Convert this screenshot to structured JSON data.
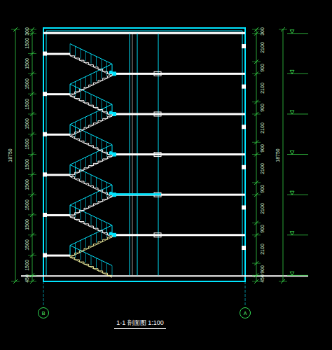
{
  "diagram": {
    "title": "1-1 剖面图  1:100",
    "nodes": [
      {
        "text": [
          "B"
        ]
      },
      {
        "text": [
          "A"
        ]
      }
    ],
    "labels": [
      "300",
      "1500",
      "1500",
      "1500",
      "1500",
      "1500",
      "1500",
      "1500",
      "1500",
      "1500",
      "1500",
      "1500",
      "1500",
      "450",
      "18750",
      "300",
      "2100",
      "900",
      "2100",
      "900",
      "2100",
      "900",
      "2100",
      "900",
      "2100",
      "900",
      "2100",
      "900",
      "450",
      "18750"
    ]
  }
}
